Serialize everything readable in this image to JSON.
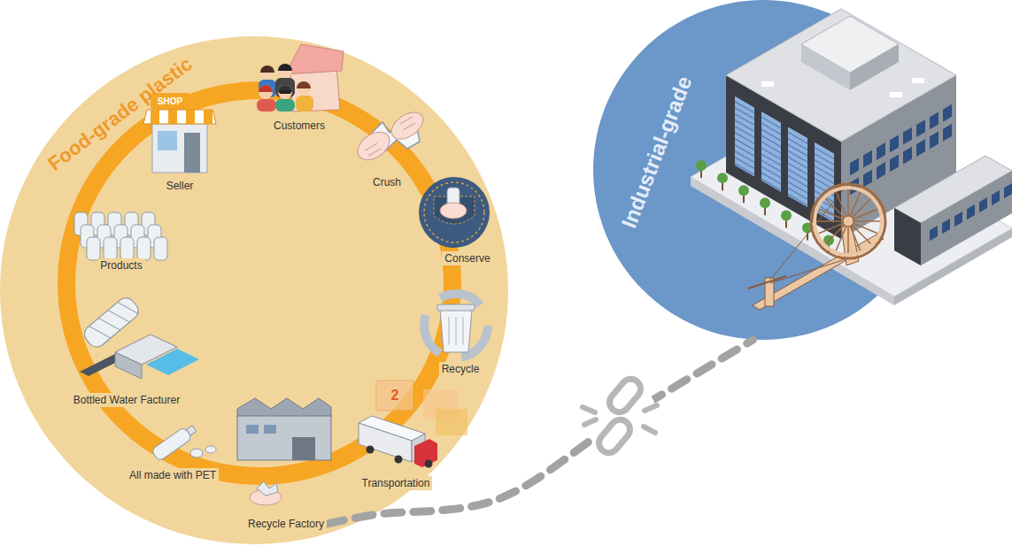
{
  "diagram": {
    "nodes": [
      {
        "text": [
          "Food-grade plastic"
        ]
      },
      {
        "text": [
          "Customers"
        ],
        "in": 0
      },
      {
        "text": [
          "Crush"
        ],
        "in": 0
      },
      {
        "text": [
          "Conserve"
        ],
        "in": 0
      },
      {
        "text": [
          "Recycle"
        ],
        "in": 0
      },
      {
        "text": [
          "Transportation"
        ],
        "in": 0
      },
      {
        "text": [
          "Recycle Factory"
        ],
        "in": 0
      },
      {
        "text": [
          "All made with PET"
        ],
        "in": 0
      },
      {
        "text": [
          "Bottled Water Facturer"
        ],
        "in": 0
      },
      {
        "text": [
          "Products"
        ],
        "in": 0
      },
      {
        "text": [
          "Seller"
        ],
        "in": 0
      },
      {
        "text": [
          "Industrial-grade"
        ]
      }
    ],
    "edges": [
      {
        "from": 6,
        "to": 11,
        "arrow": "none"
      }
    ],
    "labels": [
      "SHOP",
      "2"
    ]
  }
}
